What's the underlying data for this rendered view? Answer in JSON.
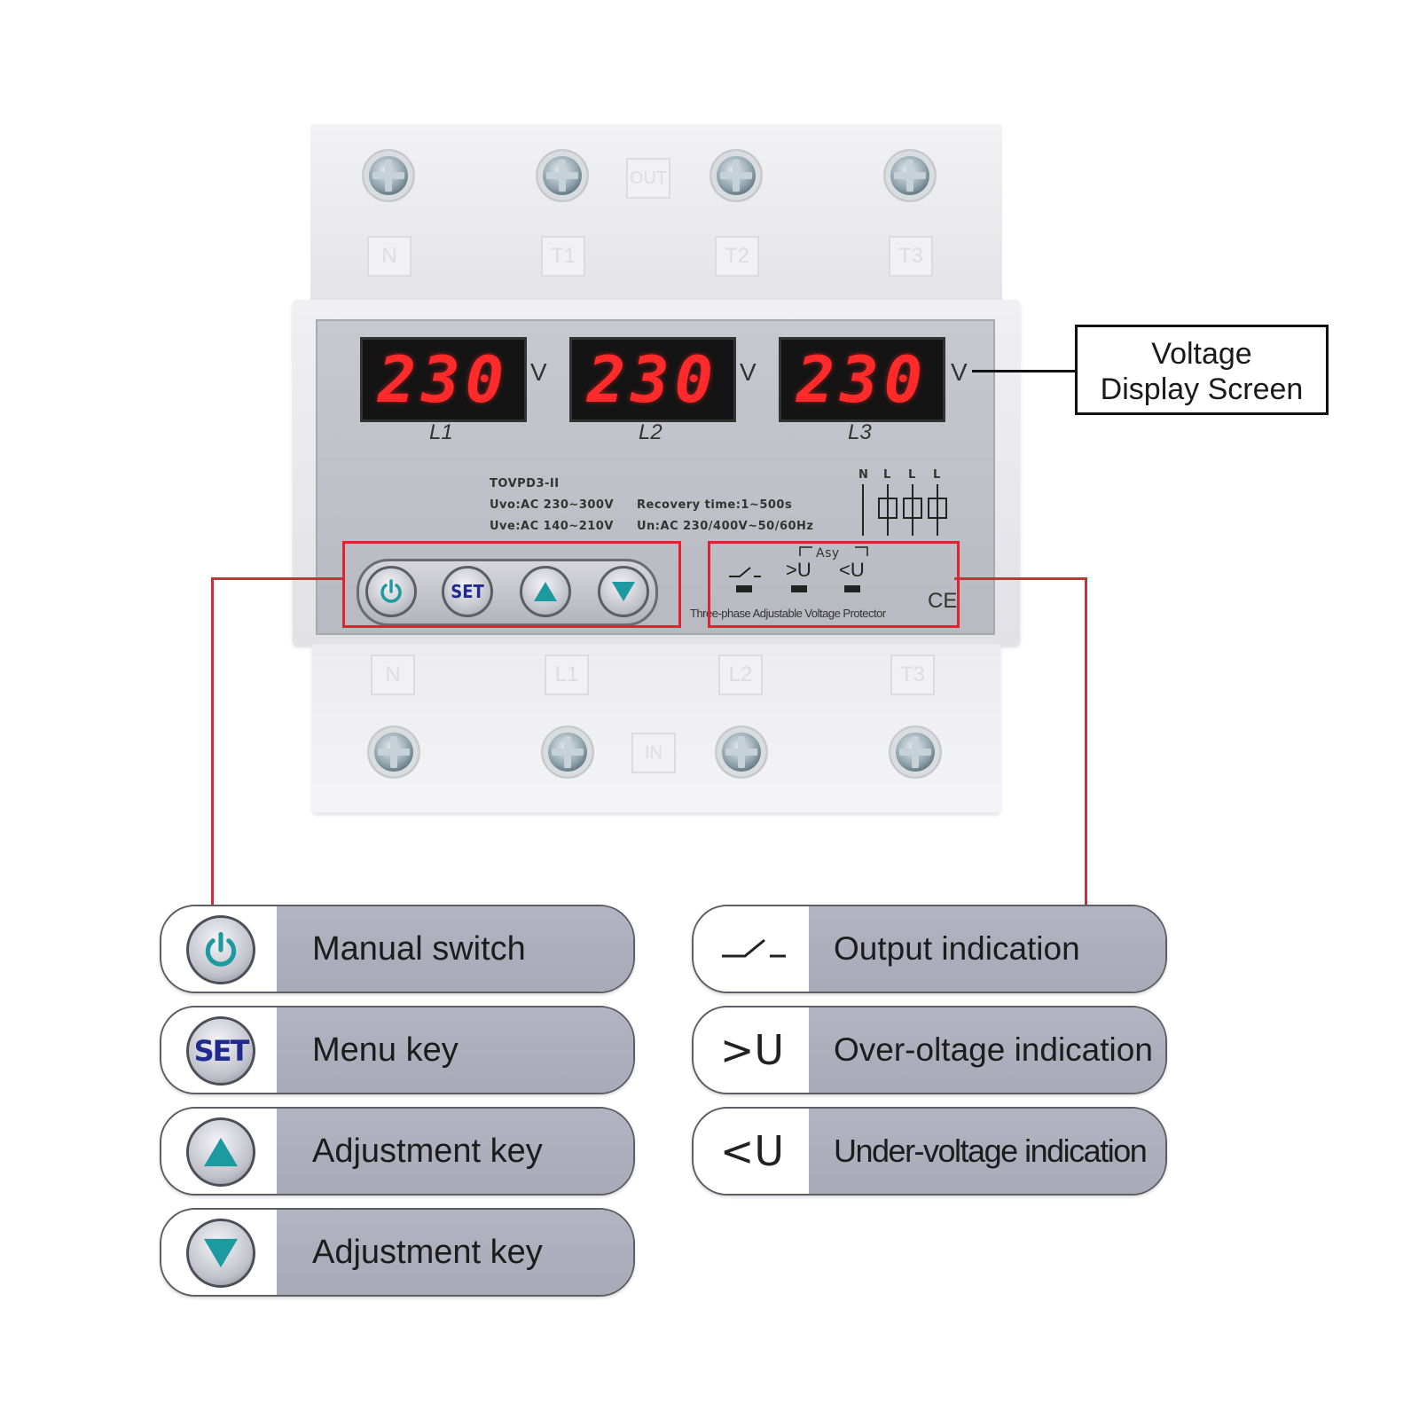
{
  "device": {
    "terminals_top": [
      "N",
      "T1",
      "T2",
      "T3"
    ],
    "top_center_label": "OUT",
    "terminals_bottom": [
      "N",
      "L1",
      "L2",
      "T3"
    ],
    "bottom_center_label": "IN",
    "displays": [
      {
        "value": "230",
        "unit": "V",
        "phase": "L1"
      },
      {
        "value": "230",
        "unit": "V",
        "phase": "L2"
      },
      {
        "value": "230",
        "unit": "V",
        "phase": "L3"
      }
    ],
    "model": "TOVPD3-II",
    "uvo": "Uvo:AC 230~300V",
    "uve": "Uve:AC 140~210V",
    "recovery": "Recovery time:1~500s",
    "un": "Un:AC 230/400V~50/60Hz",
    "wiring_labels": [
      "N",
      "L",
      "L",
      "L"
    ],
    "asy_label": "Asy",
    "indicator_over": ">U",
    "indicator_under": "<U",
    "product_name": "Three-phase Adjustable Voltage Protector",
    "ce_mark": "CE",
    "set_label": "SET"
  },
  "callout": {
    "line1": "Voltage",
    "line2": "Display Screen"
  },
  "legend_left": [
    {
      "icon": "power-icon",
      "label": "Manual switch"
    },
    {
      "icon": "set-icon",
      "label": "Menu key",
      "icon_text": "SET"
    },
    {
      "icon": "up-arrow-icon",
      "label": "Adjustment key"
    },
    {
      "icon": "down-arrow-icon",
      "label": "Adjustment key"
    }
  ],
  "legend_right": [
    {
      "icon": "output-switch-icon",
      "label": "Output indication"
    },
    {
      "icon": "over-voltage-icon",
      "label": "Over-oltage indication",
      "icon_text": ">U"
    },
    {
      "icon": "under-voltage-icon",
      "label": "Under-voltage indication",
      "icon_text": "<U"
    }
  ],
  "colors": {
    "highlight_red": "#e0242f",
    "display_red": "#ff2a2a",
    "button_teal": "#1d9aa0",
    "set_blue": "#1f2a8f"
  }
}
